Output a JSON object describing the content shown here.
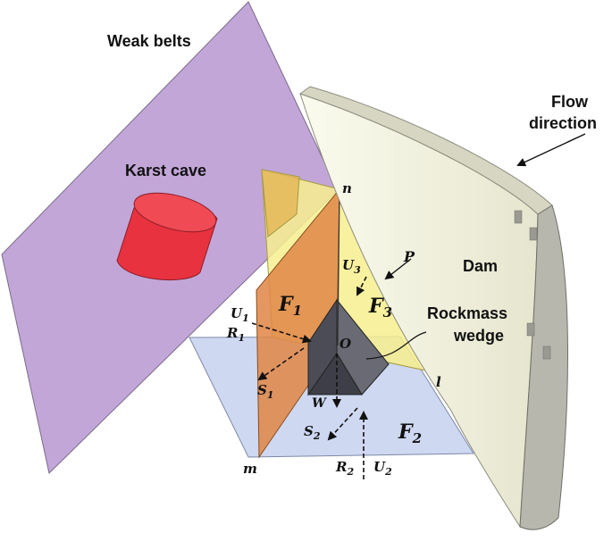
{
  "labels": {
    "weak_belts": "Weak belts",
    "karst_cave": "Karst cave",
    "flow_direction_line1": "Flow",
    "flow_direction_line2": "direction",
    "dam": "Dam",
    "rockmass_line1": "Rockmass",
    "rockmass_line2": "wedge",
    "F1": "F",
    "F1_sub": "1",
    "F2": "F",
    "F2_sub": "2",
    "F3": "F",
    "F3_sub": "3",
    "P": "P",
    "n": "n",
    "l": "l",
    "m": "m",
    "O": "O",
    "W": "W",
    "U1": "U",
    "U1_sub": "1",
    "R1": "R",
    "R1_sub": "1",
    "S1": "S",
    "S1_sub": "1",
    "U2": "U",
    "U2_sub": "2",
    "R2": "R",
    "R2_sub": "2",
    "S2": "S",
    "S2_sub": "2",
    "U3": "U",
    "U3_sub": "3"
  },
  "colors": {
    "weak_belt_plane": "#c3a6d8",
    "karst_cave": "#e8323f",
    "dam_face": "#f2f2df",
    "dam_side": "#b7b7ae",
    "plane_F1": "#e0894a",
    "plane_F2": "#c9d4ef",
    "plane_F3": "#f7ef8e",
    "wedge": "#5b5b66"
  }
}
